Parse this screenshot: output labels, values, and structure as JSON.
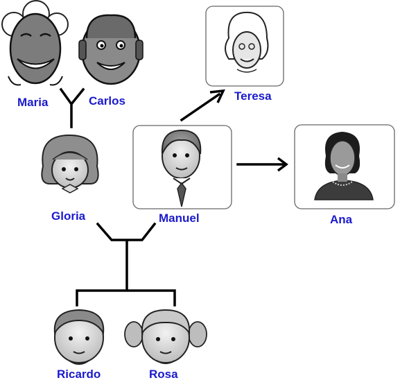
{
  "people": {
    "maria": "Maria",
    "carlos": "Carlos",
    "teresa": "Teresa",
    "gloria": "Gloria",
    "manuel": "Manuel",
    "ana": "Ana",
    "ricardo": "Ricardo",
    "rosa": "Rosa"
  },
  "icons": {
    "maria": "grandmother-portrait-icon",
    "carlos": "grandfather-portrait-icon",
    "teresa": "elderly-woman-portrait-icon",
    "gloria": "girl-portrait-icon",
    "manuel": "man-in-tie-portrait-icon",
    "ana": "woman-portrait-icon",
    "ricardo": "boy-portrait-icon",
    "rosa": "girl-pigtails-portrait-icon"
  },
  "colors": {
    "label": "#1a1acc",
    "line": "#000000",
    "frame": "#555555"
  }
}
